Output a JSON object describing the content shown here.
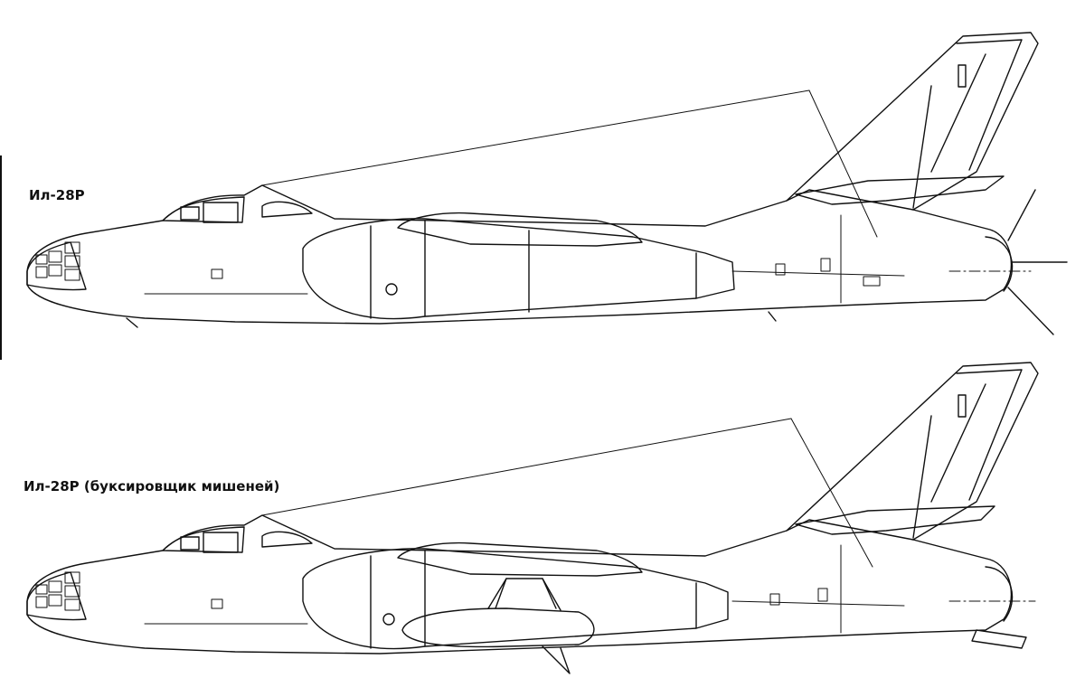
{
  "captions": {
    "top": "Ил-28Р",
    "bottom": "Ил-28Р (буксировщик мишеней)"
  },
  "drawings": {
    "top": {
      "variant": "reconnaissance",
      "target_pod": false
    },
    "bottom": {
      "variant": "target-tug",
      "target_pod": true
    }
  },
  "colors": {
    "line": "#111111",
    "background": "#ffffff"
  }
}
